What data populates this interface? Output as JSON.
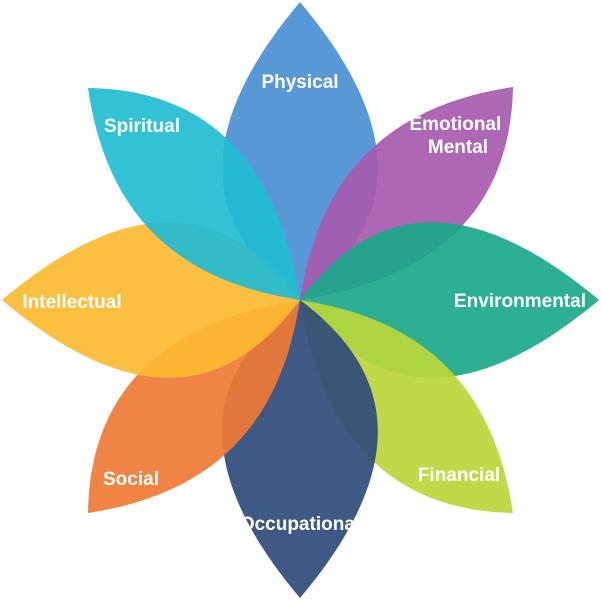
{
  "petals": [
    {
      "id": "physical",
      "label": [
        "Physical"
      ],
      "color": "#4A8FD3"
    },
    {
      "id": "emotional",
      "label": [
        "Emotional",
        "Mental"
      ],
      "color": "#A65AAE"
    },
    {
      "id": "environmental",
      "label": [
        "Environmental"
      ],
      "color": "#1AA88A"
    },
    {
      "id": "financial",
      "label": [
        "Financial"
      ],
      "color": "#BCD63A"
    },
    {
      "id": "occupational",
      "label": [
        "Occupational"
      ],
      "color": "#2E4B79"
    },
    {
      "id": "social",
      "label": [
        "Social"
      ],
      "color": "#EF7A35"
    },
    {
      "id": "intellectual",
      "label": [
        "Intellectual"
      ],
      "color": "#FDBA32"
    },
    {
      "id": "spiritual",
      "label": [
        "Spiritual"
      ],
      "color": "#22BCD3"
    }
  ]
}
